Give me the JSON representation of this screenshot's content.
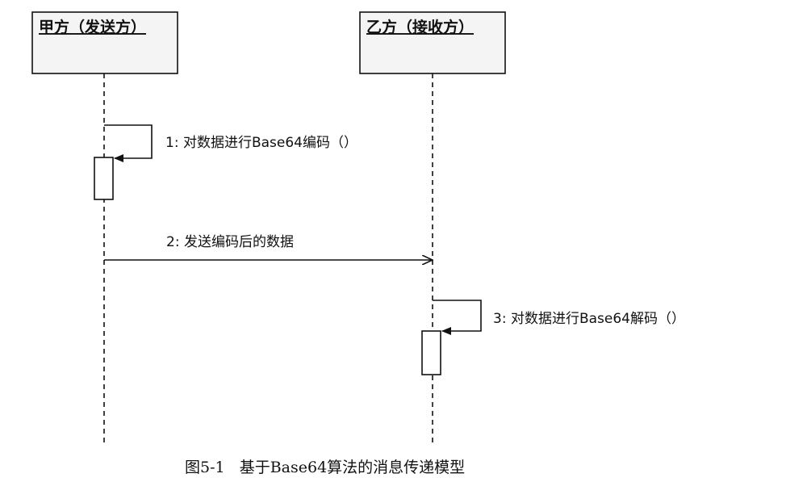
{
  "participants": [
    {
      "label": "甲方（发送方）"
    },
    {
      "label": "乙方（接收方）"
    }
  ],
  "messages": [
    {
      "label": "1: 对数据进行Base64编码（）",
      "type": "self"
    },
    {
      "label": "2: 发送编码后的数据",
      "type": "async"
    },
    {
      "label": "3: 对数据进行Base64解码（）",
      "type": "self"
    }
  ],
  "caption": "图5-1   基于Base64算法的消息传递模型"
}
